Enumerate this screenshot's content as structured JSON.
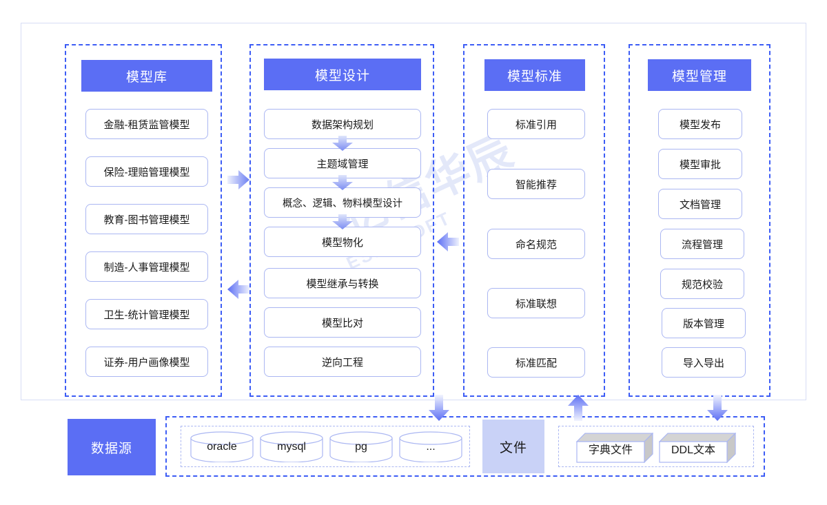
{
  "theme": {
    "header_blue": "#5b6ef4",
    "dashed_blue": "#3c5cf5",
    "box_border": "#aab6f2",
    "frame_gray": "#d7ddf5",
    "file_label_bg": "#c9d2f7"
  },
  "watermark": {
    "cn": "亿信华辰",
    "en": "ESENSOFT"
  },
  "columns": [
    {
      "id": "model-library",
      "header": "模型库",
      "items": [
        "金融-租赁监管模型",
        "保险-理赔管理模型",
        "教育-图书管理模型",
        "制造-人事管理模型",
        "卫生-统计管理模型",
        "证券-用户画像模型"
      ]
    },
    {
      "id": "model-design",
      "header": "模型设计",
      "items": [
        "数据架构规划",
        "主题域管理",
        "概念、逻辑、物料模型设计",
        "模型物化",
        "模型继承与转换",
        "模型比对",
        "逆向工程"
      ]
    },
    {
      "id": "model-standard",
      "header": "模型标准",
      "items": [
        "标准引用",
        "智能推荐",
        "命名规范",
        "标准联想",
        "标准匹配"
      ]
    },
    {
      "id": "model-management",
      "header": "模型管理",
      "items": [
        "模型发布",
        "模型审批",
        "文档管理",
        "流程管理",
        "规范校验",
        "版本管理",
        "导入导出"
      ]
    }
  ],
  "bottom": {
    "datasource_label": "数据源",
    "file_label": "文件",
    "databases": [
      "oracle",
      "mysql",
      "pg",
      "..."
    ],
    "files": [
      "字典文件",
      "DDL文本"
    ]
  },
  "arrows": [
    {
      "name": "library-to-design",
      "direction": "right"
    },
    {
      "name": "design-to-library",
      "direction": "left"
    },
    {
      "name": "standard-to-design",
      "direction": "left"
    },
    {
      "name": "design-step-1",
      "direction": "down"
    },
    {
      "name": "design-step-2",
      "direction": "down"
    },
    {
      "name": "design-step-3",
      "direction": "down"
    },
    {
      "name": "design-to-datasource",
      "direction": "down"
    },
    {
      "name": "file-to-standard",
      "direction": "up"
    },
    {
      "name": "management-to-file",
      "direction": "down"
    }
  ]
}
